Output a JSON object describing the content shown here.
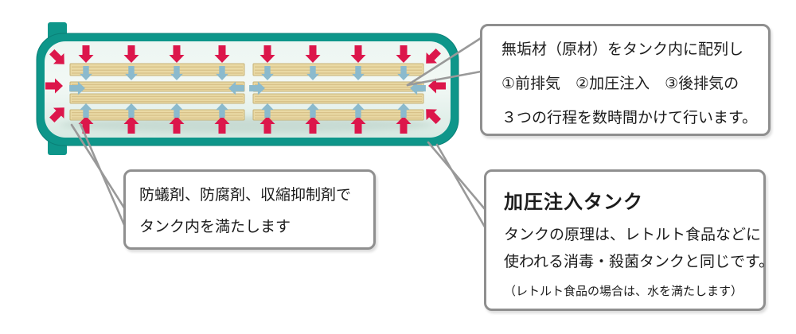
{
  "callouts": {
    "top_right": {
      "lines": [
        "無垢材（原材）をタンク内に配列し",
        "①前排気　②加圧注入　③後排気の",
        "３つの行程を数時間かけて行います。"
      ]
    },
    "bottom_left": {
      "lines": [
        "防蟻剤、防腐剤、収縮抑制剤で",
        "タンク内を満たします"
      ]
    },
    "bottom_right": {
      "title": "加圧注入タンク",
      "lines": [
        "タンクの原理は、レトルト食品などに",
        "使われる消毒・殺菌タンクと同じです。"
      ],
      "note": "（レトルト食品の場合は、水を満たします）"
    }
  },
  "colors": {
    "tank_border": "#0E968A",
    "tank_border_edge": "#0A8077",
    "tank_interior_top": "#EDF6F2",
    "tank_interior_mid": "#F2F8F5",
    "tank_interior_bottom": "#D8EAE3",
    "pressure_arrow_red": "#DC164B",
    "liquid_arrow_blue": "#8BBACD",
    "wood_base": "#E9D9A4",
    "wood_grain": "#D4BC83",
    "wood_edge": "#C6B277",
    "wood_shadow": "#9FB9AE",
    "leader_line_gray": "#999999",
    "callout_border_gray": "#8F8F8F",
    "text_dark": "#1C1C1C"
  }
}
